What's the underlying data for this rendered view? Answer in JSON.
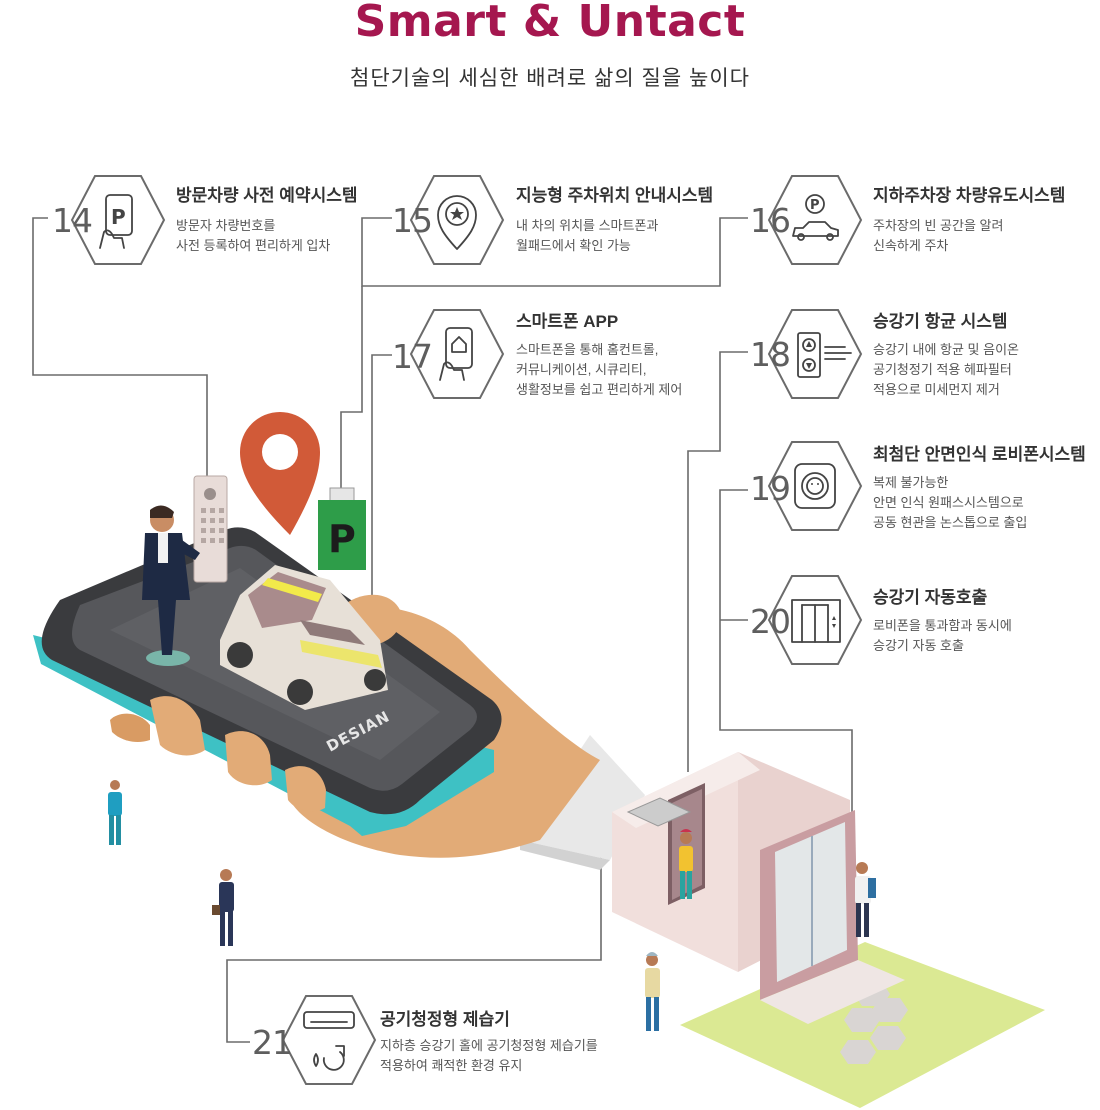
{
  "header": {
    "title": "Smart & Untact",
    "subtitle": "첨단기술의 세심한 배려로 삶의 질을 높이다"
  },
  "illustration": {
    "phone_brand": "DESIAN",
    "parking_sign": "P"
  },
  "features": [
    {
      "num": "14",
      "icon": "phone-parking-icon",
      "title": "방문차량 사전 예약시스템",
      "desc": [
        "방문자 차량번호를",
        "사전 등록하여 편리하게 입차"
      ]
    },
    {
      "num": "15",
      "icon": "star-location-pin-icon",
      "title": "지능형 주차위치 안내시스템",
      "desc": [
        "내 차의 위치를 스마트폰과",
        "월패드에서 확인 가능"
      ]
    },
    {
      "num": "16",
      "icon": "parking-car-icon",
      "title": "지하주차장 차량유도시스템",
      "desc": [
        "주차장의 빈 공간을 알려",
        "신속하게 주차"
      ]
    },
    {
      "num": "17",
      "icon": "smartphone-home-icon",
      "title": "스마트폰 APP",
      "desc": [
        "스마트폰을 통해 홈컨트롤,",
        "커뮤니케이션, 시큐리티,",
        "생활정보를 쉽고 편리하게 제어"
      ]
    },
    {
      "num": "18",
      "icon": "elevator-air-icon",
      "title": "승강기 항균 시스템",
      "desc": [
        "승강기 내에 항균 및 음이온",
        "공기청정기 적용 헤파필터",
        "적용으로 미세먼지 제거"
      ]
    },
    {
      "num": "19",
      "icon": "face-recognition-icon",
      "title": "최첨단 안면인식 로비폰시스템",
      "desc": [
        "복제 불가능한",
        "안면 인식 원패스시스템으로",
        "공동 현관을 논스톱으로 출입"
      ]
    },
    {
      "num": "20",
      "icon": "elevator-call-icon",
      "title": "승강기 자동호출",
      "desc": [
        "로비폰을 통과함과 동시에",
        "승강기 자동 호출"
      ]
    },
    {
      "num": "21",
      "icon": "air-purifier-dehumidifier-icon",
      "title": "공기청정형 제습기",
      "desc": [
        "지하층 승강기 홀에 공기청정형 제습기를",
        "적용하여 쾌적한 환경 유지"
      ]
    }
  ]
}
